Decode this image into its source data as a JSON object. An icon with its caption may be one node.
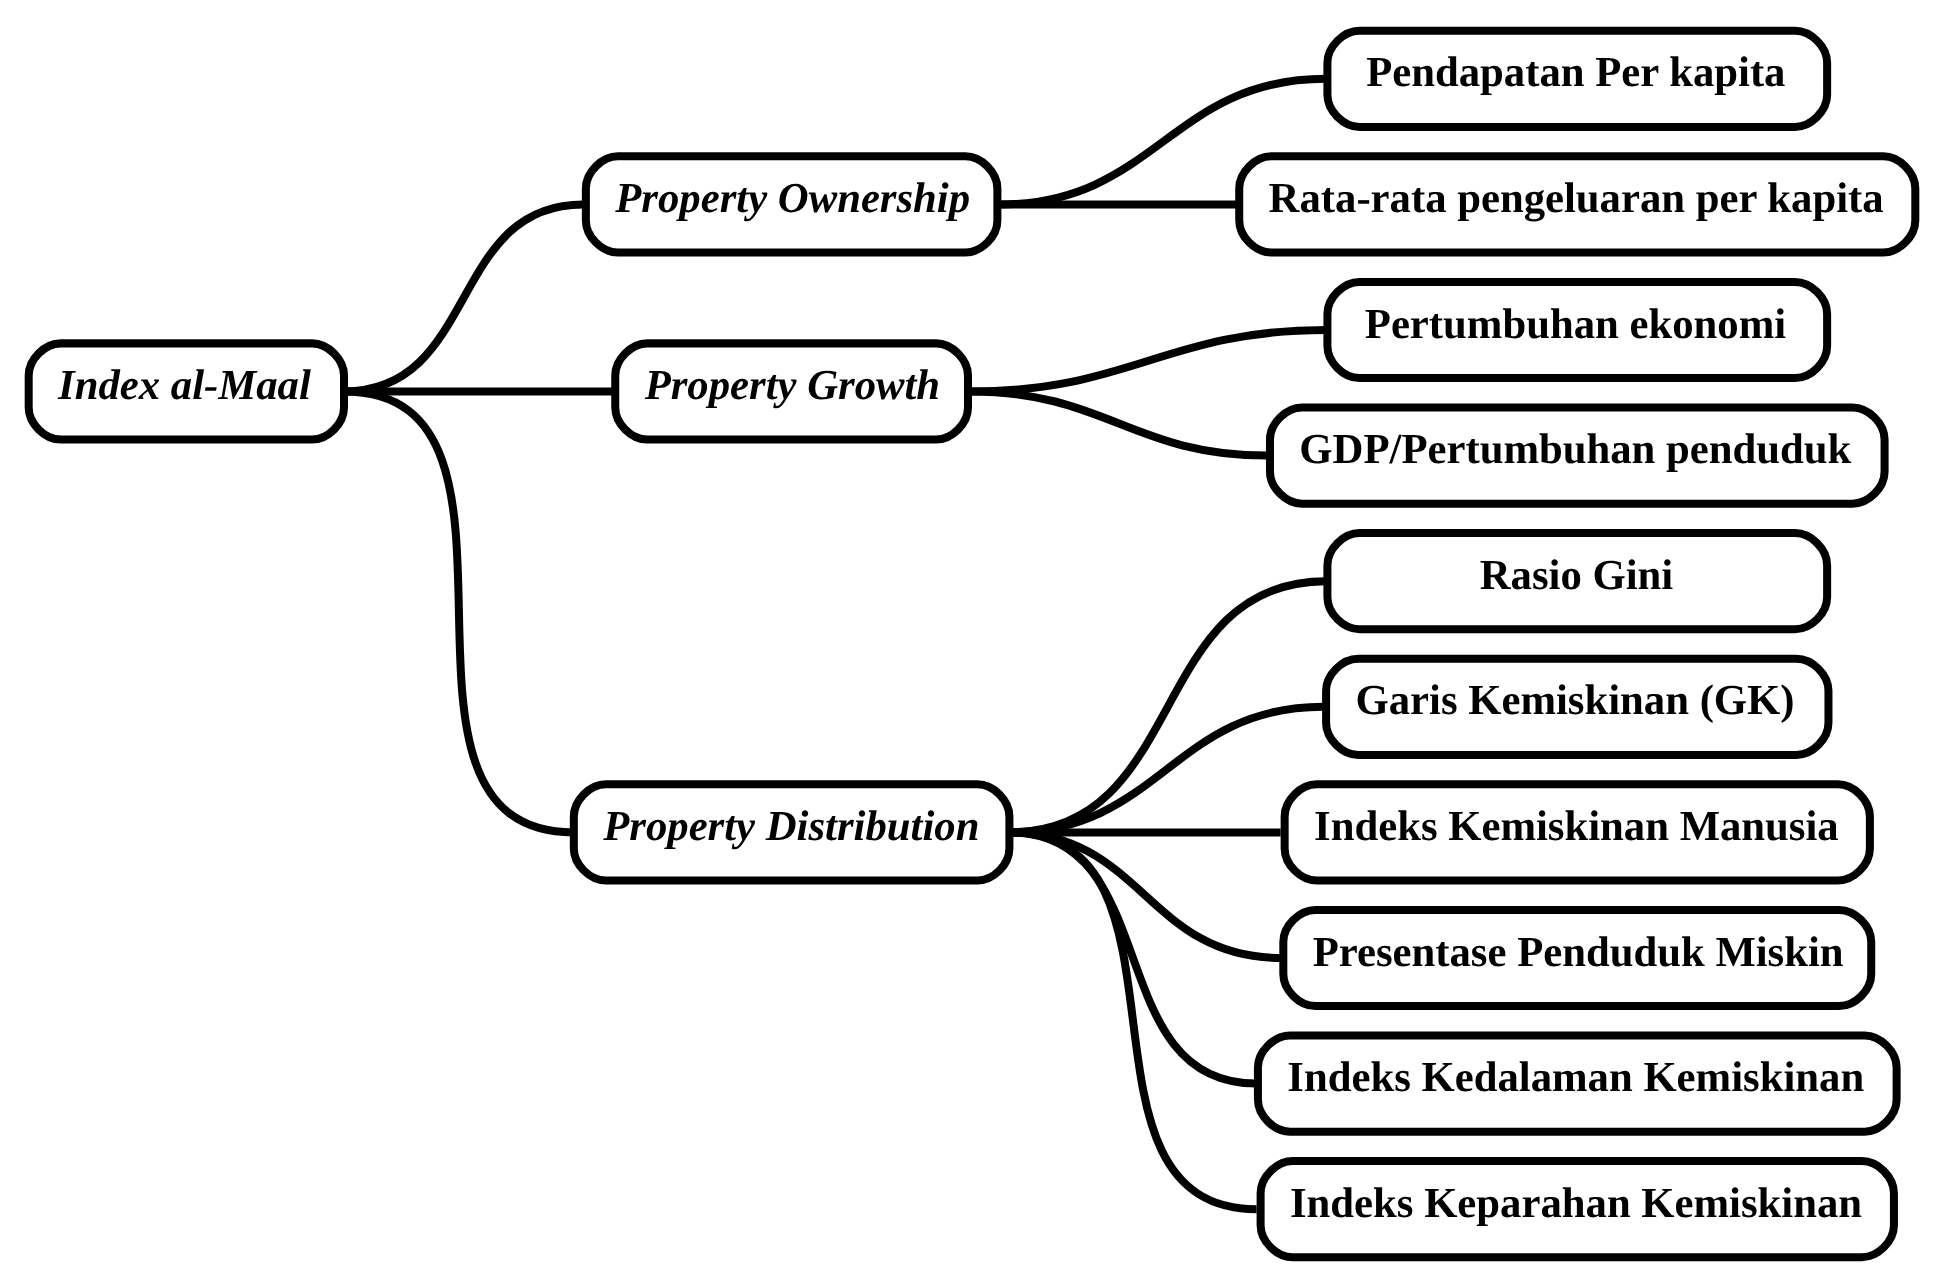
{
  "diagram": {
    "nodes": [
      {
        "text": [
          "Index al-Maal"
        ]
      },
      {
        "text": [
          "Property Ownership"
        ]
      },
      {
        "text": [
          "Property Growth"
        ]
      },
      {
        "text": [
          "Property Distribution"
        ]
      },
      {
        "text": [
          "Pendapatan Per kapita"
        ]
      },
      {
        "text": [
          "Rata-rata pengeluaran per kapita"
        ]
      },
      {
        "text": [
          "Pertumbuhan ekonomi"
        ]
      },
      {
        "text": [
          "GDP/Pertumbuhan penduduk"
        ]
      },
      {
        "text": [
          "Rasio Gini"
        ]
      },
      {
        "text": [
          "Garis Kemiskinan (GK)"
        ]
      },
      {
        "text": [
          "Indeks Kemiskinan Manusia"
        ]
      },
      {
        "text": [
          "Presentase Penduduk Miskin"
        ]
      },
      {
        "text": [
          "Indeks Kedalaman Kemiskinan"
        ]
      },
      {
        "text": [
          "Indeks Keparahan Kemiskinan"
        ]
      }
    ],
    "edges": [
      {
        "from": 0,
        "to": 1,
        "arrow": "none"
      },
      {
        "from": 0,
        "to": 2,
        "arrow": "none"
      },
      {
        "from": 0,
        "to": 3,
        "arrow": "none"
      },
      {
        "from": 1,
        "to": 4,
        "arrow": "none"
      },
      {
        "from": 1,
        "to": 5,
        "arrow": "none"
      },
      {
        "from": 2,
        "to": 6,
        "arrow": "none"
      },
      {
        "from": 2,
        "to": 7,
        "arrow": "none"
      },
      {
        "from": 3,
        "to": 8,
        "arrow": "none"
      },
      {
        "from": 3,
        "to": 9,
        "arrow": "none"
      },
      {
        "from": 3,
        "to": 10,
        "arrow": "none"
      },
      {
        "from": 3,
        "to": 11,
        "arrow": "none"
      },
      {
        "from": 3,
        "to": 12,
        "arrow": "none"
      },
      {
        "from": 3,
        "to": 13,
        "arrow": "none"
      }
    ]
  }
}
